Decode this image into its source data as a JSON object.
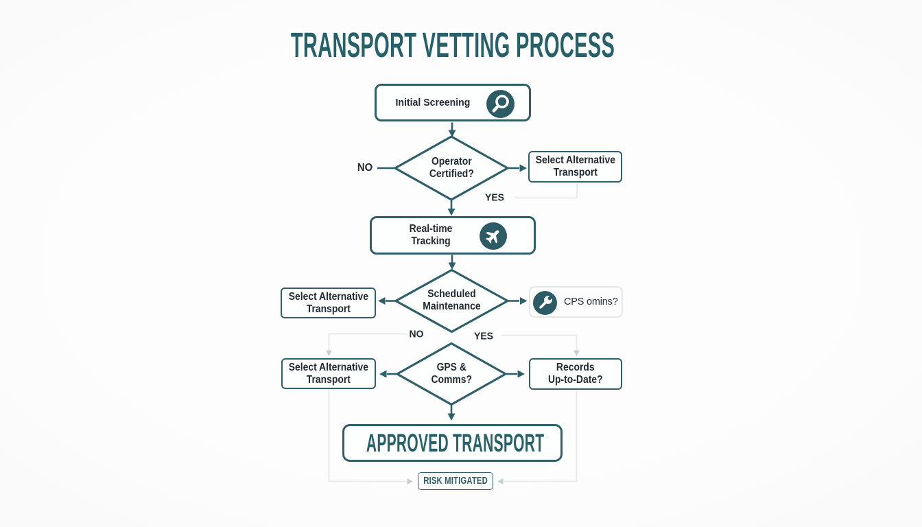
{
  "title": "TRANSPORT VETTING PROCESS",
  "colors": {
    "teal_stroke": "#2e5f6a",
    "teal_text": "#266069",
    "icon_fill": "#2c5b66",
    "node_text": "#222b31",
    "gray_line": "#e6e8e9",
    "gray_arrow": "#c9cdcf",
    "background": "#fbfbfb",
    "box_fill": "#fdfefe"
  },
  "nodes": {
    "initial_screening": {
      "label": "Initial Screening",
      "icon": "magnifier"
    },
    "operator_certified": {
      "line1": "Operator",
      "line2": "Certified?"
    },
    "select_alternative_1": {
      "line1": "Select Alternative",
      "line2": "Transport"
    },
    "real_time_tracking": {
      "line1": "Real-time",
      "line2": "Tracking",
      "icon": "plane"
    },
    "scheduled_maintenance": {
      "line1": "Scheduled",
      "line2": "Maintenance"
    },
    "select_alternative_2": {
      "line1": "Select Alternative",
      "line2": "Transport"
    },
    "cps_comms": {
      "label": "CPS omins?",
      "icon": "wrench"
    },
    "gps_comms": {
      "line1": "GPS &",
      "line2": "Comms?"
    },
    "select_alternative_3": {
      "line1": "Select Alternative",
      "line2": "Transport"
    },
    "records_up_to_date": {
      "line1": "Records",
      "line2": "Up-to-Date?"
    },
    "approved_transport": {
      "label": "APPROVED TRANSPORT"
    },
    "risk_mitigated": {
      "label": "RISK MITIGATED"
    }
  },
  "edge_labels": {
    "no_1": "NO",
    "yes_1": "YES",
    "no_2": "NO",
    "yes_2": "YES"
  }
}
